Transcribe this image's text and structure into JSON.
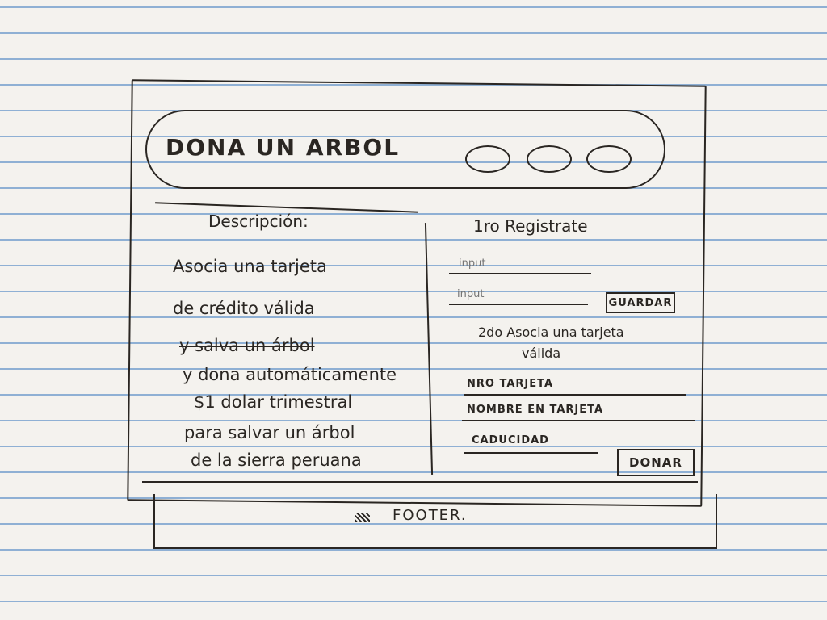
{
  "header": {
    "brand": "DONA UN ARBOL"
  },
  "description": {
    "title": "Descripción:",
    "lines": [
      "Asocia una tarjeta",
      "de crédito válida",
      "y salva un árbol",
      "y dona automáticamente",
      "$1 dolar trimestral",
      "para salvar un árbol",
      "de la sierra peruana"
    ]
  },
  "register": {
    "step1": "1ro Registrate",
    "input1_label": "input",
    "input2_label": "input",
    "save_label": "GUARDAR"
  },
  "card": {
    "step2_line1": "2do Asocia una tarjeta",
    "step2_line2": "válida",
    "number_label": "NRO TARJETA",
    "name_label": "NOMBRE EN TARJETA",
    "expiry_label": "CADUCIDAD",
    "donate_label": "DONAR"
  },
  "footer": {
    "text": "FOOTER."
  }
}
